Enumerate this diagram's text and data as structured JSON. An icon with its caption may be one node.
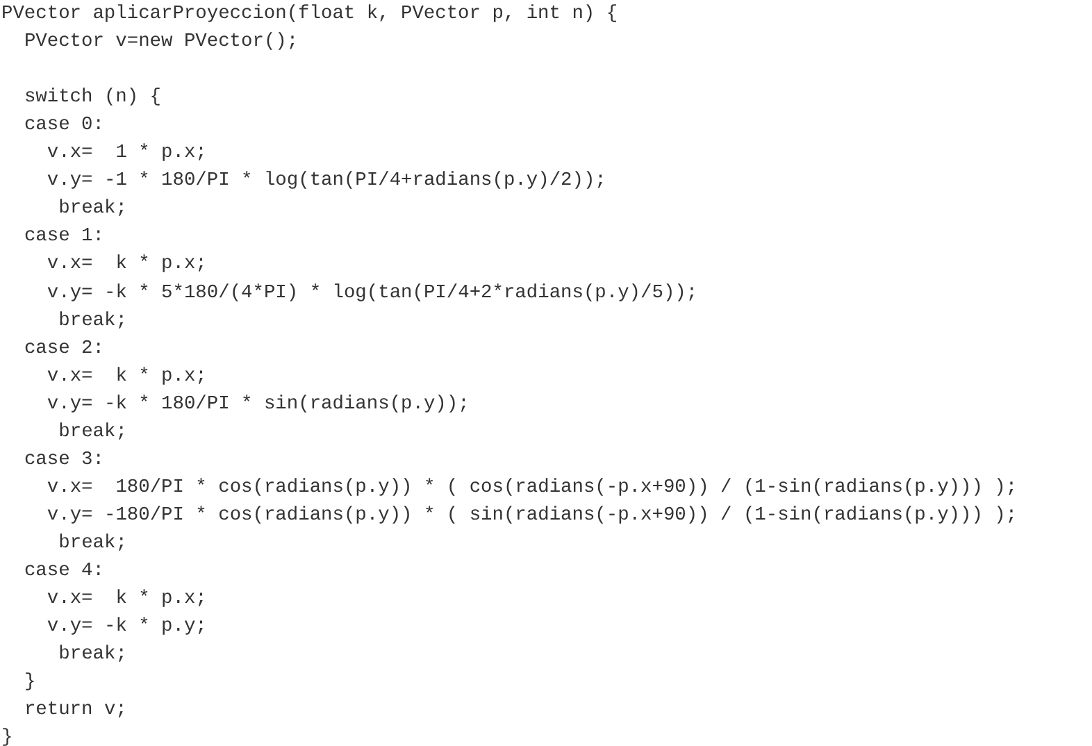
{
  "diagram": {
    "labels": [
      "PVector aplicarProyeccion(float k, PVector p, int n) {",
      "PVector v=new PVector();",
      "switch (n) {",
      "case 0:",
      "v.x=  1 * p.x;",
      "v.y= -1 * 180/PI * log(tan(PI/4+radians(p.y)/2));",
      "break;",
      "case 1:",
      "v.x=  k * p.x;",
      "v.y= -k * 5*180/(4*PI) * log(tan(PI/4+2*radians(p.y)/5));",
      "break;",
      "case 2:",
      "v.x=  k * p.x;",
      "v.y= -k * 180/PI * sin(radians(p.y));",
      "break;",
      "case 3:",
      "v.x=  180/PI * cos(radians(p.y)) * ( cos(radians(-p.x+90)) / (1-sin(radians(p.y))) );",
      "v.y= -180/PI * cos(radians(p.y)) * ( sin(radians(-p.x+90)) / (1-sin(radians(p.y))) );",
      "break;",
      "case 4:",
      "v.x=  k * p.x;",
      "v.y= -k * p.y;",
      "break;",
      "}",
      "return v;",
      "}"
    ]
  }
}
